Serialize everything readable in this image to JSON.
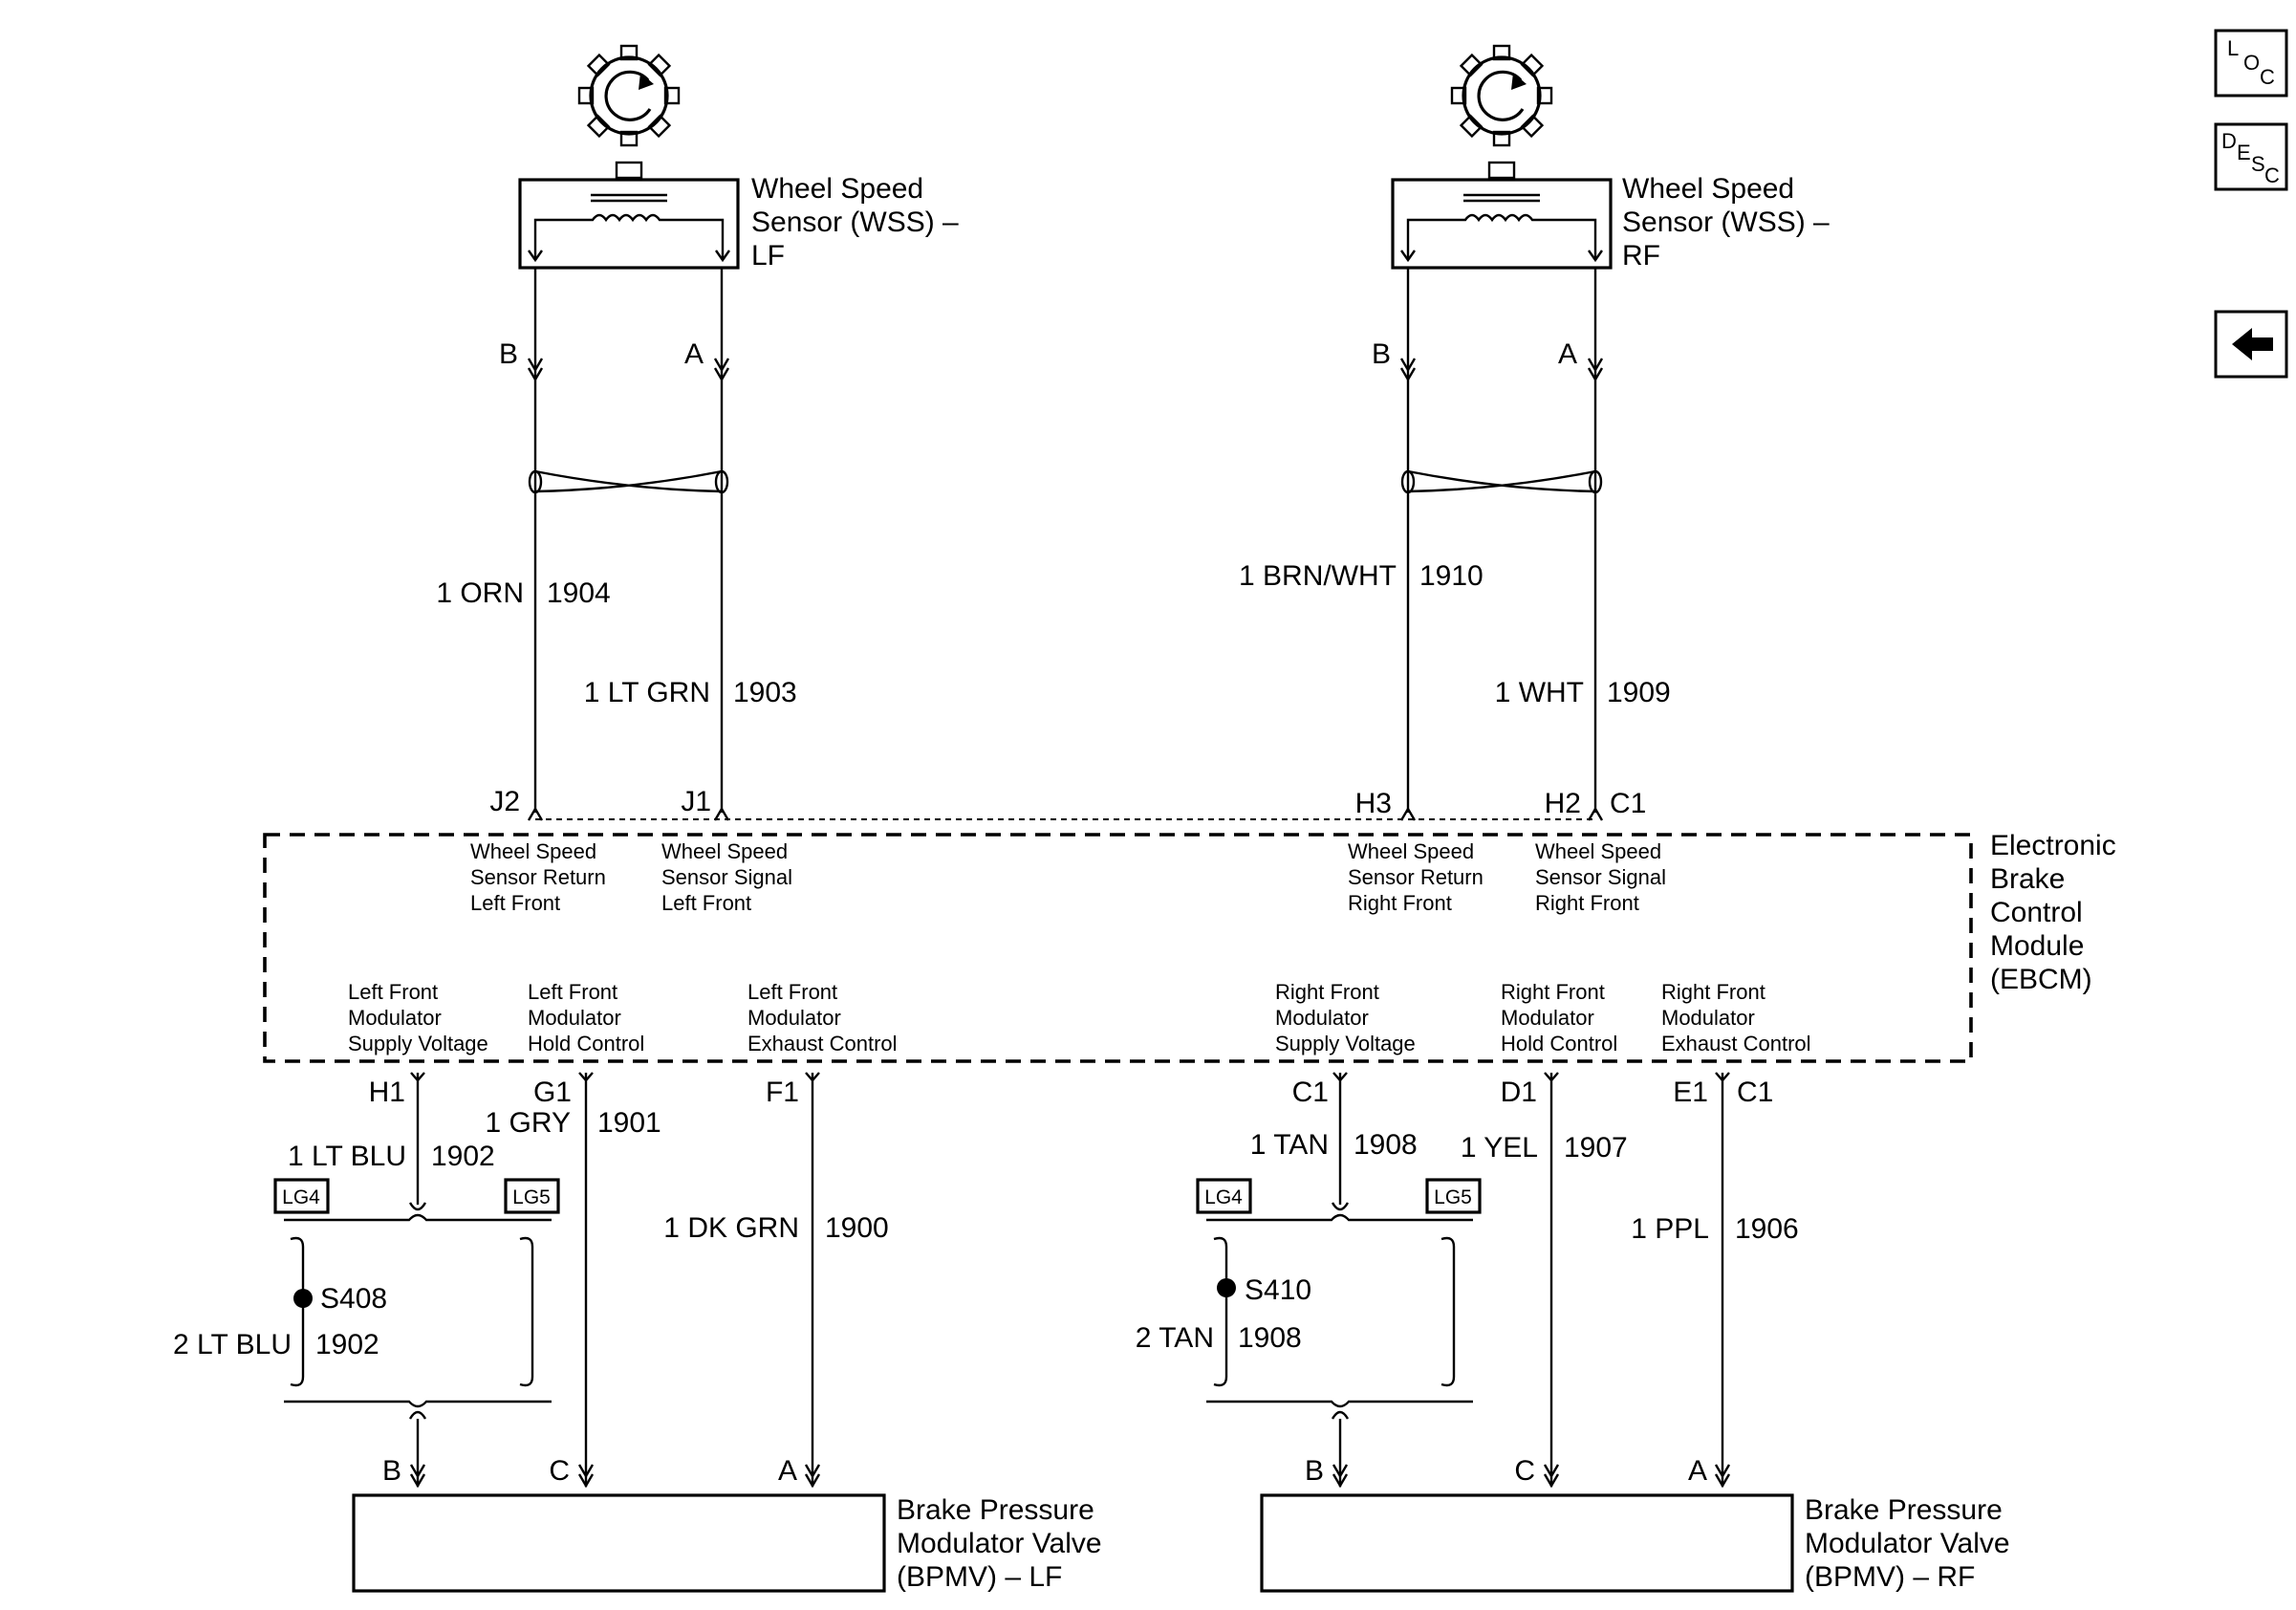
{
  "nav": {
    "loc": {
      "l1": "L",
      "l2": "O",
      "l3": "C"
    },
    "desc": {
      "l1": "D",
      "l2": "E",
      "l3": "S",
      "l4": "C"
    }
  },
  "sensors": {
    "lf": {
      "line1": "Wheel Speed",
      "line2": "Sensor (WSS) –",
      "line3": "LF",
      "pin_b": "B",
      "pin_a": "A"
    },
    "rf": {
      "line1": "Wheel Speed",
      "line2": "Sensor (WSS) –",
      "line3": "RF",
      "pin_b": "B",
      "pin_a": "A"
    }
  },
  "wires_upper": {
    "lf_b": {
      "color": "1 ORN",
      "circuit": "1904"
    },
    "lf_a": {
      "color": "1 LT GRN",
      "circuit": "1903"
    },
    "rf_b": {
      "color": "1 BRN/WHT",
      "circuit": "1910"
    },
    "rf_a": {
      "color": "1 WHT",
      "circuit": "1909"
    }
  },
  "ebcm": {
    "name": {
      "line1": "Electronic",
      "line2": "Brake",
      "line3": "Control",
      "line4": "Module",
      "line5": "(EBCM)"
    },
    "top_pins": {
      "j2": "J2",
      "j1": "J1",
      "h3": "H3",
      "h2": "H2",
      "c1": "C1"
    },
    "top_terms": {
      "lf_return": {
        "l1": "Wheel Speed",
        "l2": "Sensor Return",
        "l3": "Left Front"
      },
      "lf_signal": {
        "l1": "Wheel Speed",
        "l2": "Sensor Signal",
        "l3": "Left Front"
      },
      "rf_return": {
        "l1": "Wheel Speed",
        "l2": "Sensor Return",
        "l3": "Right Front"
      },
      "rf_signal": {
        "l1": "Wheel Speed",
        "l2": "Sensor Signal",
        "l3": "Right Front"
      }
    },
    "bottom_terms": {
      "lf_supply": {
        "l1": "Left Front",
        "l2": "Modulator",
        "l3": "Supply Voltage"
      },
      "lf_hold": {
        "l1": "Left Front",
        "l2": "Modulator",
        "l3": "Hold Control"
      },
      "lf_exhaust": {
        "l1": "Left Front",
        "l2": "Modulator",
        "l3": "Exhaust Control"
      },
      "rf_supply": {
        "l1": "Right Front",
        "l2": "Modulator",
        "l3": "Supply Voltage"
      },
      "rf_hold": {
        "l1": "Right Front",
        "l2": "Modulator",
        "l3": "Hold Control"
      },
      "rf_exhaust": {
        "l1": "Right Front",
        "l2": "Modulator",
        "l3": "Exhaust Control"
      }
    },
    "bottom_pins": {
      "h1": "H1",
      "g1": "G1",
      "f1": "F1",
      "c1a": "C1",
      "d1": "D1",
      "e1": "E1",
      "c1b": "C1"
    }
  },
  "wires_lower": {
    "lf_supply": {
      "color": "1 LT BLU",
      "circuit": "1902"
    },
    "lf_hold": {
      "color": "1 GRY",
      "circuit": "1901"
    },
    "lf_exhaust": {
      "color": "1 DK GRN",
      "circuit": "1900"
    },
    "lf_splice": {
      "name": "S408",
      "color": "2 LT BLU",
      "circuit": "1902"
    },
    "rf_supply": {
      "color": "1 TAN",
      "circuit": "1908"
    },
    "rf_hold": {
      "color": "1 YEL",
      "circuit": "1907"
    },
    "rf_exhaust": {
      "color": "1 PPL",
      "circuit": "1906"
    },
    "rf_splice": {
      "name": "S410",
      "color": "2 TAN",
      "circuit": "1908"
    }
  },
  "locators": {
    "lf_lg4": "LG4",
    "lf_lg5": "LG5",
    "rf_lg4": "LG4",
    "rf_lg5": "LG5"
  },
  "modulators": {
    "lf": {
      "line1": "Brake Pressure",
      "line2": "Modulator Valve",
      "line3": "(BPMV) – LF",
      "pin_b": "B",
      "pin_c": "C",
      "pin_a": "A"
    },
    "rf": {
      "line1": "Brake Pressure",
      "line2": "Modulator Valve",
      "line3": "(BPMV) – RF",
      "pin_b": "B",
      "pin_c": "C",
      "pin_a": "A"
    }
  }
}
